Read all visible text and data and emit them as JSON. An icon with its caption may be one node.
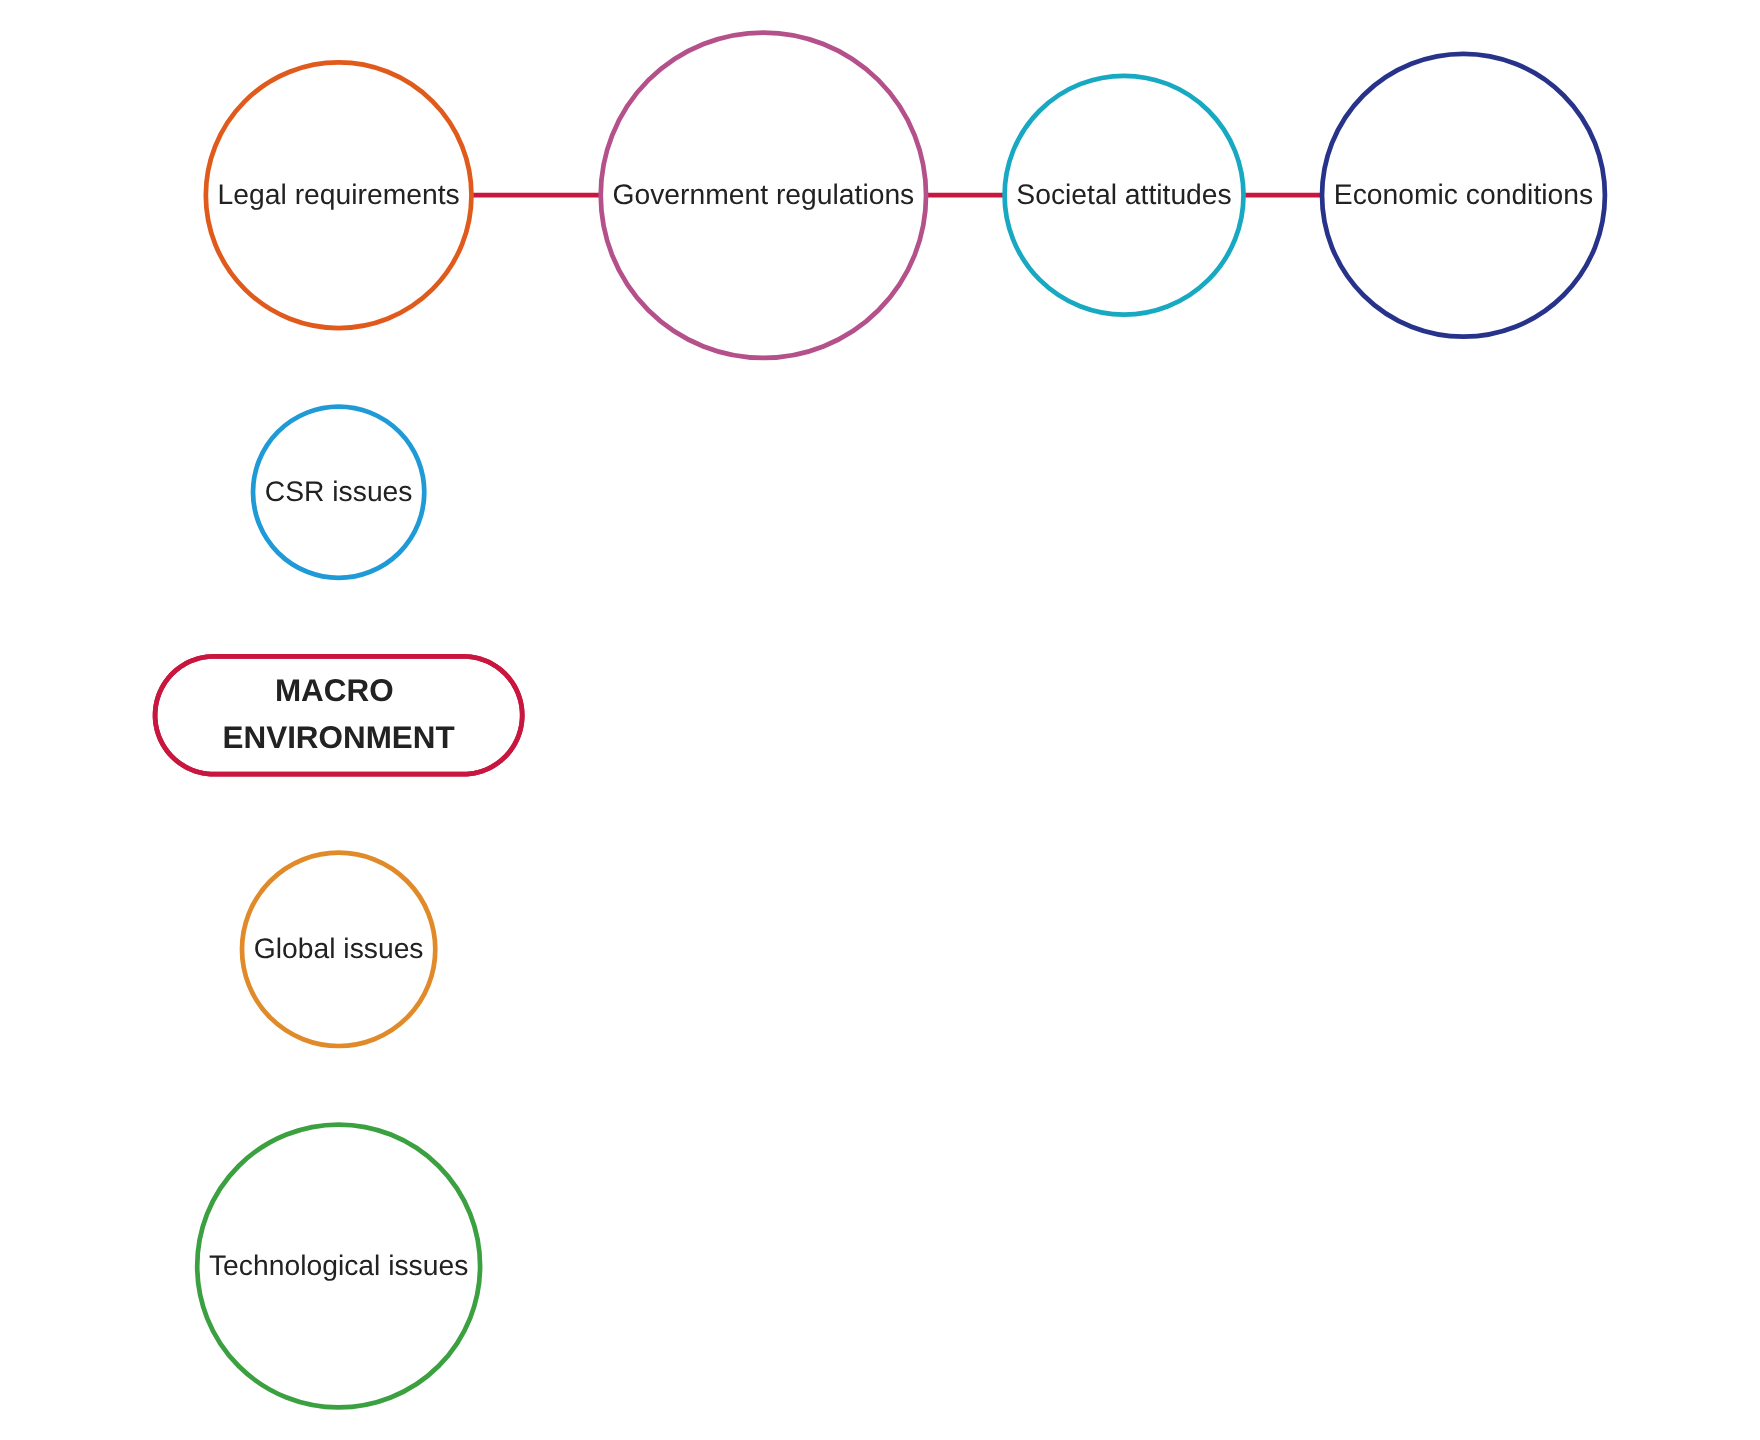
{
  "diagram": {
    "nodes": [
      {
        "text": [
          "Legal requirements"
        ]
      },
      {
        "text": [
          "Government regulations"
        ]
      },
      {
        "text": [
          "CSR issues"
        ]
      },
      {
        "text": [
          "MACRO ENVIRONMENT"
        ]
      },
      {
        "text": [
          "Societal attitudes"
        ]
      },
      {
        "text": [
          "Global issues"
        ]
      },
      {
        "text": [
          "Technological issues"
        ]
      },
      {
        "text": [
          "Economic conditions"
        ]
      }
    ],
    "edges": [
      {
        "from": 0,
        "to": 1,
        "arrow": "none"
      },
      {
        "from": 1,
        "to": 4,
        "arrow": "none"
      },
      {
        "from": 4,
        "to": 7,
        "arrow": "none"
      }
    ]
  }
}
